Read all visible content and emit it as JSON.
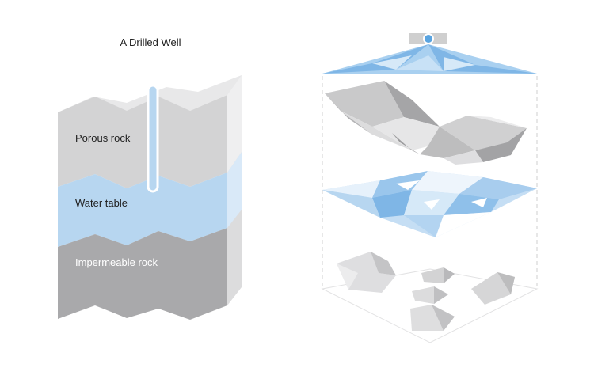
{
  "title": "A Drilled Well",
  "layers": {
    "porous": "Porous rock",
    "water": "Water table",
    "impermeable": "Impermeable rock"
  },
  "colors": {
    "porous_front": "#d3d3d4",
    "porous_top": "#e8e8e9",
    "porous_side": "#efeff0",
    "water_front": "#b7d6f0",
    "water_side": "#d9e9f8",
    "impermeable_front": "#a9a9ab",
    "impermeable_side": "#dcdcdd",
    "well_pipe": "#b7d6f0",
    "well_outline": "#ffffff",
    "accent_blue": "#5aa4e0",
    "label_text": "#1f1f1f",
    "label_on_dark": "#ffffff",
    "guide_line": "#cfcfcf"
  },
  "icons": {
    "well_pump": "well-pump-icon"
  }
}
